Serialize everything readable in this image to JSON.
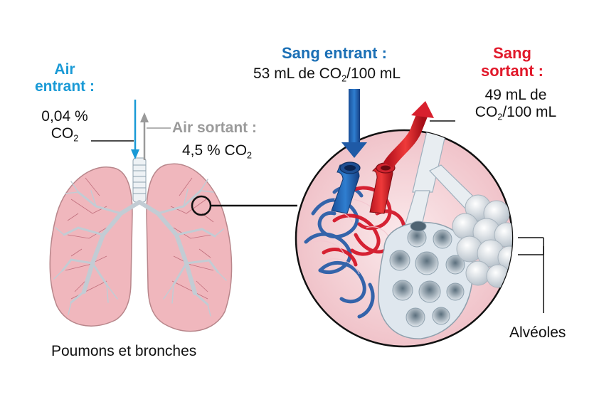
{
  "air_in": {
    "title_1": "Air",
    "title_2": "entrant :",
    "value": "0,04 %",
    "gas": "CO",
    "gas_sub": "2"
  },
  "air_out": {
    "title": "Air sortant :",
    "value": "4,5 % CO",
    "gas_sub": "2"
  },
  "blood_in": {
    "title": "Sang entrant :",
    "value_a": "53 mL de CO",
    "gas_sub": "2",
    "value_b": "/100 mL"
  },
  "blood_out": {
    "title_1": "Sang",
    "title_2": "sortant :",
    "value_1": "49 mL de",
    "value_a": "CO",
    "gas_sub": "2",
    "value_b": "/100 mL"
  },
  "alveoles_label": "Alvéoles",
  "lungs_caption": "Poumons et bronches",
  "colors": {
    "air_in": "#1a9ad6",
    "air_out": "#9a9a9a",
    "blood_in": "#1a6fb5",
    "blood_out": "#e1192b",
    "lung_fill": "#f0b7bd",
    "lung_stroke": "#b8868b",
    "zoom_bg": "#f4d4d8",
    "alveoli": "#b8c5cf"
  }
}
